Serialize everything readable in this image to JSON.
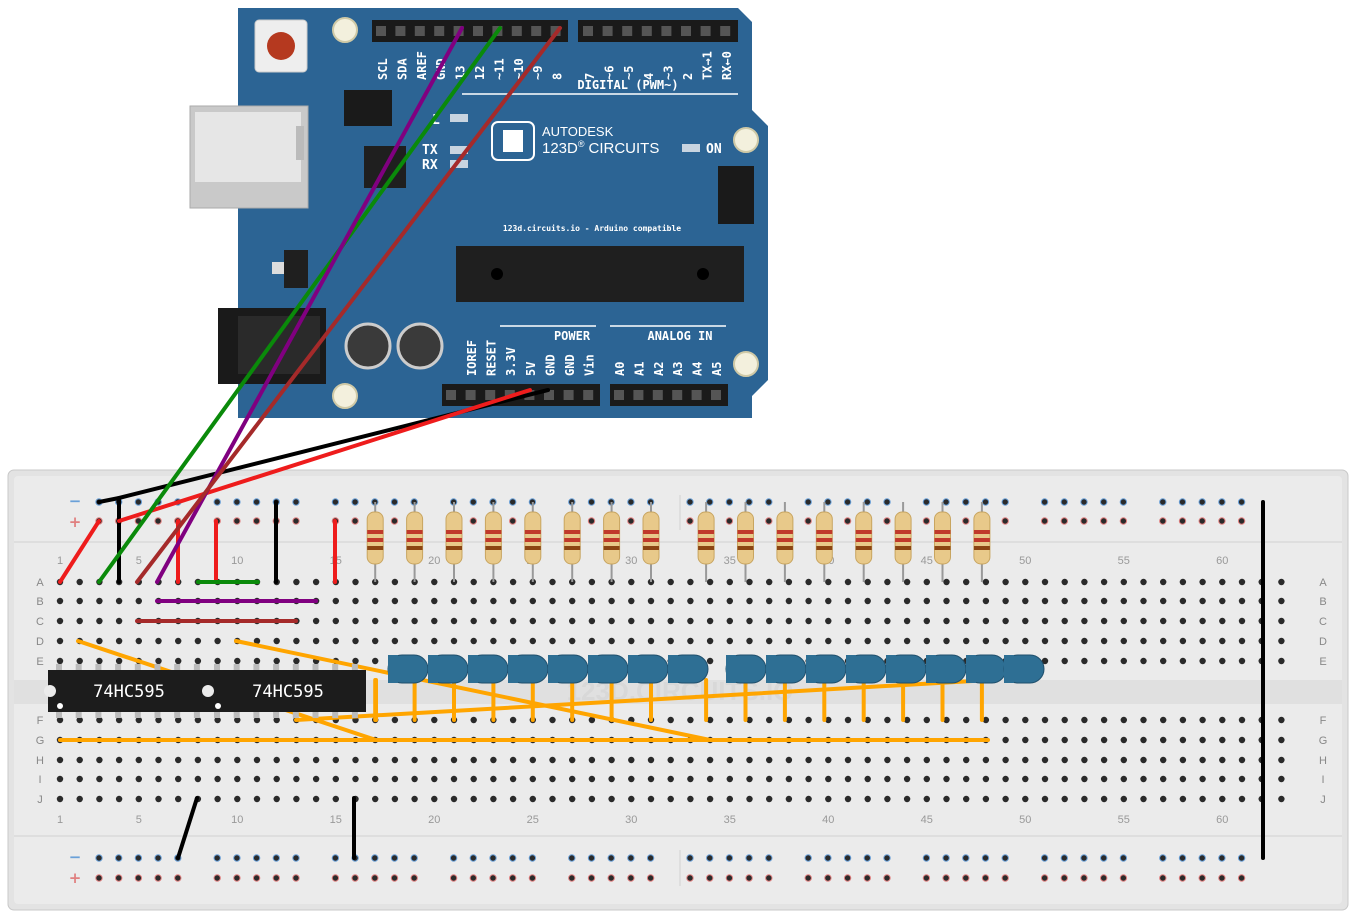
{
  "arduino": {
    "brand_top": "AUTODESK",
    "brand_reg": "®",
    "brand_bottom": "123D",
    "brand_bottom2": "CIRCUITS",
    "url_text": "123d.circuits.io - Arduino compatible",
    "digital_label": "DIGITAL (PWM~)",
    "digital_pins_left": [
      "SCL",
      "SDA",
      "AREF",
      "GND",
      "13",
      "12",
      "~11",
      "~10",
      "~9",
      "8"
    ],
    "digital_pins_right": [
      "7",
      "~6",
      "~5",
      "4",
      "~3",
      "2",
      "TX→1",
      "RX←0"
    ],
    "power_label": "POWER",
    "analog_label": "ANALOG IN",
    "power_pins": [
      "IOREF",
      "RESET",
      "3.3V",
      "5V",
      "GND",
      "GND",
      "Vin"
    ],
    "analog_pins": [
      "A0",
      "A1",
      "A2",
      "A3",
      "A4",
      "A5"
    ],
    "led_labels": [
      "L",
      "TX",
      "RX"
    ],
    "on_label": "ON",
    "board_color": "#2c6494"
  },
  "breadboard": {
    "watermark": "123D.CIRCUITS.IO",
    "row_labels_top": [
      "A",
      "B",
      "C",
      "D",
      "E"
    ],
    "row_labels_bottom": [
      "F",
      "G",
      "H",
      "I",
      "J"
    ],
    "column_numbers": [
      "1",
      "5",
      "10",
      "15",
      "20",
      "25",
      "30",
      "35",
      "40",
      "45",
      "50",
      "55",
      "60"
    ],
    "rail_minus": "−",
    "rail_plus": "+"
  },
  "chips": [
    {
      "label": "74HC595"
    },
    {
      "label": "74HC595"
    }
  ],
  "components": {
    "resistor_count": 16,
    "led_count": 16,
    "led_color": "#2e6f94",
    "resistor_band_colors": [
      "#c0392b",
      "#c0392b",
      "#8b4513"
    ]
  },
  "wire_colors": {
    "red": "#ee1c1c",
    "black": "#000000",
    "green": "#0a8a0a",
    "purple": "#800080",
    "brown": "#a52a2a",
    "orange": "#ffa500"
  }
}
